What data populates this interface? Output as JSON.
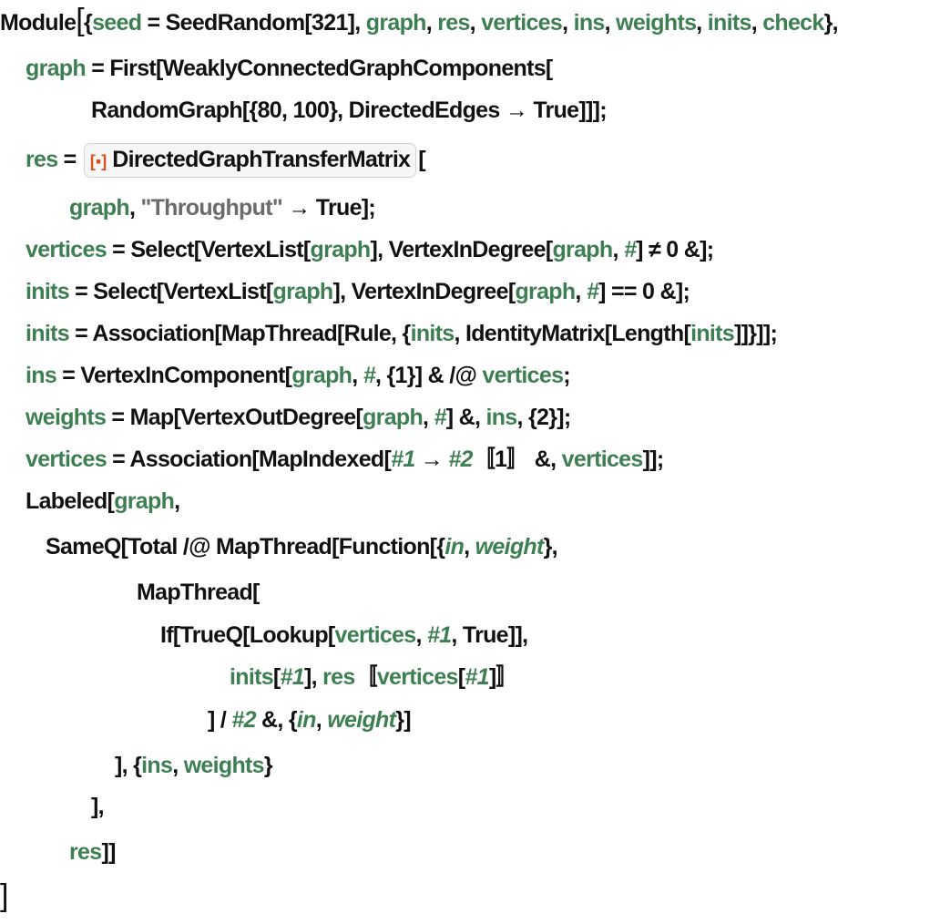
{
  "lines": [
    [
      [
        "k",
        "Module"
      ],
      [
        "big",
        "["
      ],
      [
        "k",
        "{"
      ],
      [
        "v",
        "seed"
      ],
      [
        "k",
        " = SeedRandom[321], "
      ],
      [
        "v",
        "graph"
      ],
      [
        "k",
        ", "
      ],
      [
        "v",
        "res"
      ],
      [
        "k",
        ", "
      ],
      [
        "v",
        "vertices"
      ],
      [
        "k",
        ", "
      ],
      [
        "v",
        "ins"
      ],
      [
        "k",
        ", "
      ],
      [
        "v",
        "weights"
      ],
      [
        "k",
        ", "
      ],
      [
        "v",
        "inits"
      ],
      [
        "k",
        ", "
      ],
      [
        "v",
        "check"
      ],
      [
        "k",
        "},"
      ]
    ],
    [
      [
        "v",
        "graph"
      ],
      [
        "k",
        " = First[WeaklyConnectedGraphComponents["
      ]
    ],
    [
      [
        "k",
        "RandomGraph[{80, 100}, DirectedEdges → True]]];"
      ]
    ],
    [
      [
        "v",
        "res"
      ],
      [
        "k",
        " = "
      ],
      [
        "box",
        "DirectedGraphTransferMatrix"
      ],
      [
        "k",
        "["
      ]
    ],
    [
      [
        "v",
        "graph"
      ],
      [
        "k",
        ", "
      ],
      [
        "s",
        "\"Throughput\""
      ],
      [
        "k",
        " → True];"
      ]
    ],
    [
      [
        "v",
        "vertices"
      ],
      [
        "k",
        " = Select[VertexList["
      ],
      [
        "v",
        "graph"
      ],
      [
        "k",
        "], VertexInDegree["
      ],
      [
        "v",
        "graph"
      ],
      [
        "k",
        ", "
      ],
      [
        "i",
        "#"
      ],
      [
        "k",
        "] ≠ 0 &];"
      ]
    ],
    [
      [
        "v",
        "inits"
      ],
      [
        "k",
        " = Select[VertexList["
      ],
      [
        "v",
        "graph"
      ],
      [
        "k",
        "], VertexInDegree["
      ],
      [
        "v",
        "graph"
      ],
      [
        "k",
        ", "
      ],
      [
        "i",
        "#"
      ],
      [
        "k",
        "] == 0 &];"
      ]
    ],
    [
      [
        "v",
        "inits"
      ],
      [
        "k",
        " = Association[MapThread[Rule, {"
      ],
      [
        "v",
        "inits"
      ],
      [
        "k",
        ", IdentityMatrix[Length["
      ],
      [
        "v",
        "inits"
      ],
      [
        "k",
        "]]}]];"
      ]
    ],
    [
      [
        "v",
        "ins"
      ],
      [
        "k",
        " = VertexInComponent["
      ],
      [
        "v",
        "graph"
      ],
      [
        "k",
        ", "
      ],
      [
        "i",
        "#"
      ],
      [
        "k",
        ", {1}] & /@ "
      ],
      [
        "v",
        "vertices"
      ],
      [
        "k",
        ";"
      ]
    ],
    [
      [
        "v",
        "weights"
      ],
      [
        "k",
        " = Map[VertexOutDegree["
      ],
      [
        "v",
        "graph"
      ],
      [
        "k",
        ", "
      ],
      [
        "i",
        "#"
      ],
      [
        "k",
        "] &, "
      ],
      [
        "v",
        "ins"
      ],
      [
        "k",
        ", {2}];"
      ]
    ],
    [
      [
        "v",
        "vertices"
      ],
      [
        "k",
        " = Association[MapIndexed["
      ],
      [
        "i",
        "#1"
      ],
      [
        "k",
        " → "
      ],
      [
        "i",
        "#2"
      ],
      [
        "k",
        "〚1〛 &, "
      ],
      [
        "v",
        "vertices"
      ],
      [
        "k",
        "]];"
      ]
    ],
    [
      [
        "k",
        "Labeled["
      ],
      [
        "v",
        "graph"
      ],
      [
        "k",
        ","
      ]
    ],
    [
      [
        "k",
        "SameQ[Total /@ MapThread[Function[{"
      ],
      [
        "i",
        "in"
      ],
      [
        "k",
        ", "
      ],
      [
        "i",
        "weight"
      ],
      [
        "k",
        "},"
      ]
    ],
    [
      [
        "k",
        "MapThread["
      ]
    ],
    [
      [
        "k",
        "If[TrueQ[Lookup["
      ],
      [
        "v",
        "vertices"
      ],
      [
        "k",
        ", "
      ],
      [
        "i",
        "#1"
      ],
      [
        "k",
        ", True]],"
      ]
    ],
    [
      [
        "v",
        "inits"
      ],
      [
        "k",
        "["
      ],
      [
        "i",
        "#1"
      ],
      [
        "k",
        "], "
      ],
      [
        "v",
        "res"
      ],
      [
        "k",
        "〚"
      ],
      [
        "v",
        "vertices"
      ],
      [
        "k",
        "["
      ],
      [
        "i",
        "#1"
      ],
      [
        "k",
        "]〛"
      ]
    ],
    [
      [
        "k",
        "] / "
      ],
      [
        "i",
        "#2"
      ],
      [
        "k",
        " &, {"
      ],
      [
        "i",
        "in"
      ],
      [
        "k",
        ", "
      ],
      [
        "i",
        "weight"
      ],
      [
        "k",
        "}]"
      ]
    ],
    [
      [
        "k",
        "], {"
      ],
      [
        "v",
        "ins"
      ],
      [
        "k",
        ", "
      ],
      [
        "v",
        "weights"
      ],
      [
        "k",
        "}"
      ]
    ],
    [
      [
        "k",
        "],"
      ]
    ],
    [
      [
        "v",
        "res"
      ],
      [
        "k",
        "]]"
      ]
    ],
    [
      [
        "big",
        "]"
      ]
    ]
  ],
  "colors": {
    "symbol": "#3d7f52",
    "string": "#6b6b6b",
    "resource_icon": "#d9501c"
  },
  "icons": {
    "resource_function": "resource-function-icon"
  }
}
